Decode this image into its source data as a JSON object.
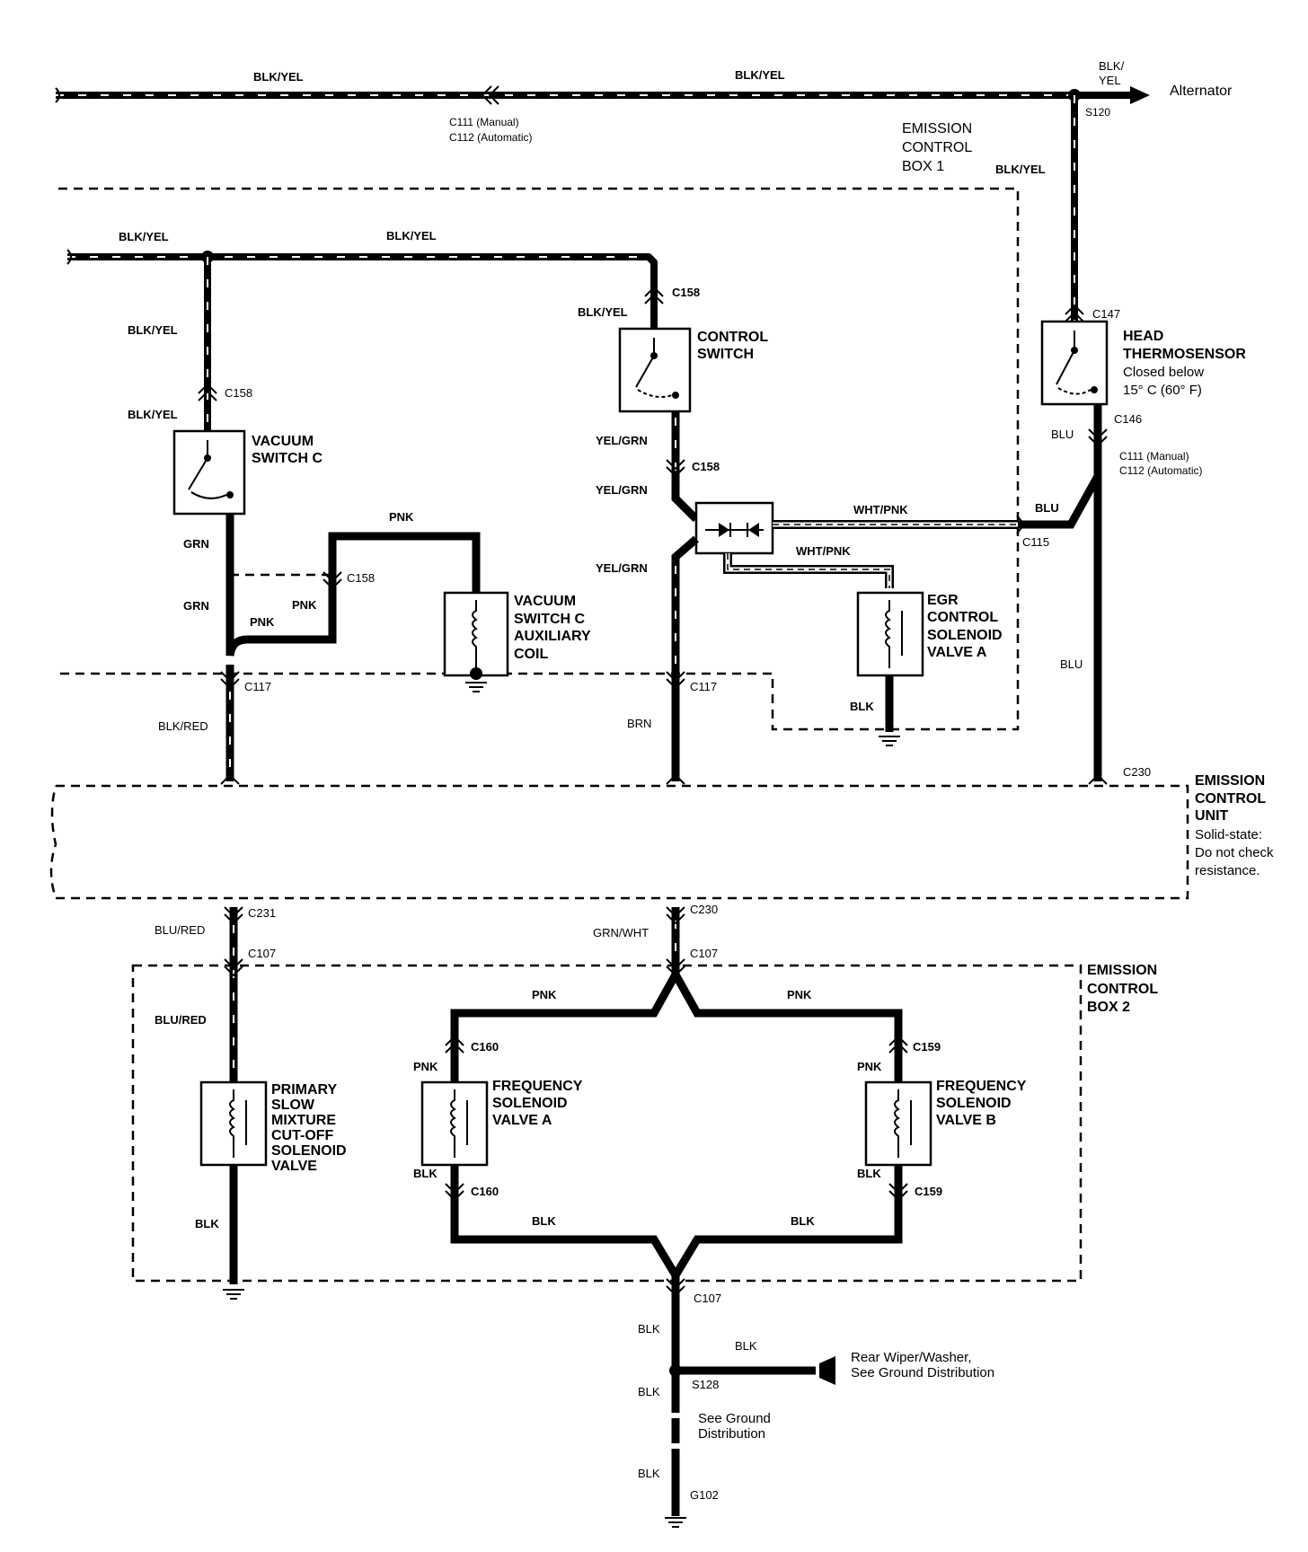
{
  "wire_colors": {
    "blk_yel": "BLK/YEL",
    "blk_yel_top": "BLK/\nYEL",
    "grn": "GRN",
    "pnk": "PNK",
    "blk_red": "BLK/RED",
    "yel_grn": "YEL/GRN",
    "brn": "BRN",
    "wht_pnk": "WHT/PNK",
    "blk": "BLK",
    "blu": "BLU",
    "blu_red": "BLU/RED",
    "grn_wht": "GRN/WHT"
  },
  "connectors": {
    "c111": "C111 (Manual)",
    "c112": "C112 (Automatic)",
    "s120": "S120",
    "c158": "C158",
    "c147": "C147",
    "c146": "C146",
    "c115": "C115",
    "c117": "C117",
    "c230": "C230",
    "c231": "C231",
    "c107": "C107",
    "c160": "C160",
    "c159": "C159",
    "s128": "S128",
    "g102": "G102"
  },
  "components": {
    "alternator": "Alternator",
    "emission_box1": [
      "EMISSION",
      "CONTROL",
      "BOX 1"
    ],
    "control_switch": [
      "CONTROL",
      "SWITCH"
    ],
    "head_thermosensor": [
      "HEAD",
      "THERMOSENSOR"
    ],
    "head_thermosensor_note": [
      "Closed below",
      "15° C (60° F)"
    ],
    "vacuum_switch_c": [
      "VACUUM",
      "SWITCH C"
    ],
    "vacuum_switch_c_aux": [
      "VACUUM",
      "SWITCH C",
      "AUXILIARY",
      "COIL"
    ],
    "egr_valve": [
      "EGR",
      "CONTROL",
      "SOLENOID",
      "VALVE A"
    ],
    "ecu": [
      "EMISSION",
      "CONTROL",
      "UNIT"
    ],
    "ecu_note": [
      "Solid-state:",
      "Do not check",
      "resistance."
    ],
    "emission_box2": [
      "EMISSION",
      "CONTROL",
      "BOX 2"
    ],
    "primary_slow": [
      "PRIMARY",
      "SLOW",
      "MIXTURE",
      "CUT-OFF",
      "SOLENOID",
      "VALVE"
    ],
    "freq_valve_a": [
      "FREQUENCY",
      "SOLENOID",
      "VALVE A"
    ],
    "freq_valve_b": [
      "FREQUENCY",
      "SOLENOID",
      "VALVE B"
    ],
    "rear_wiper": [
      "Rear Wiper/Washer,",
      "See Ground Distribution"
    ],
    "see_ground": [
      "See Ground",
      "Distribution"
    ]
  }
}
